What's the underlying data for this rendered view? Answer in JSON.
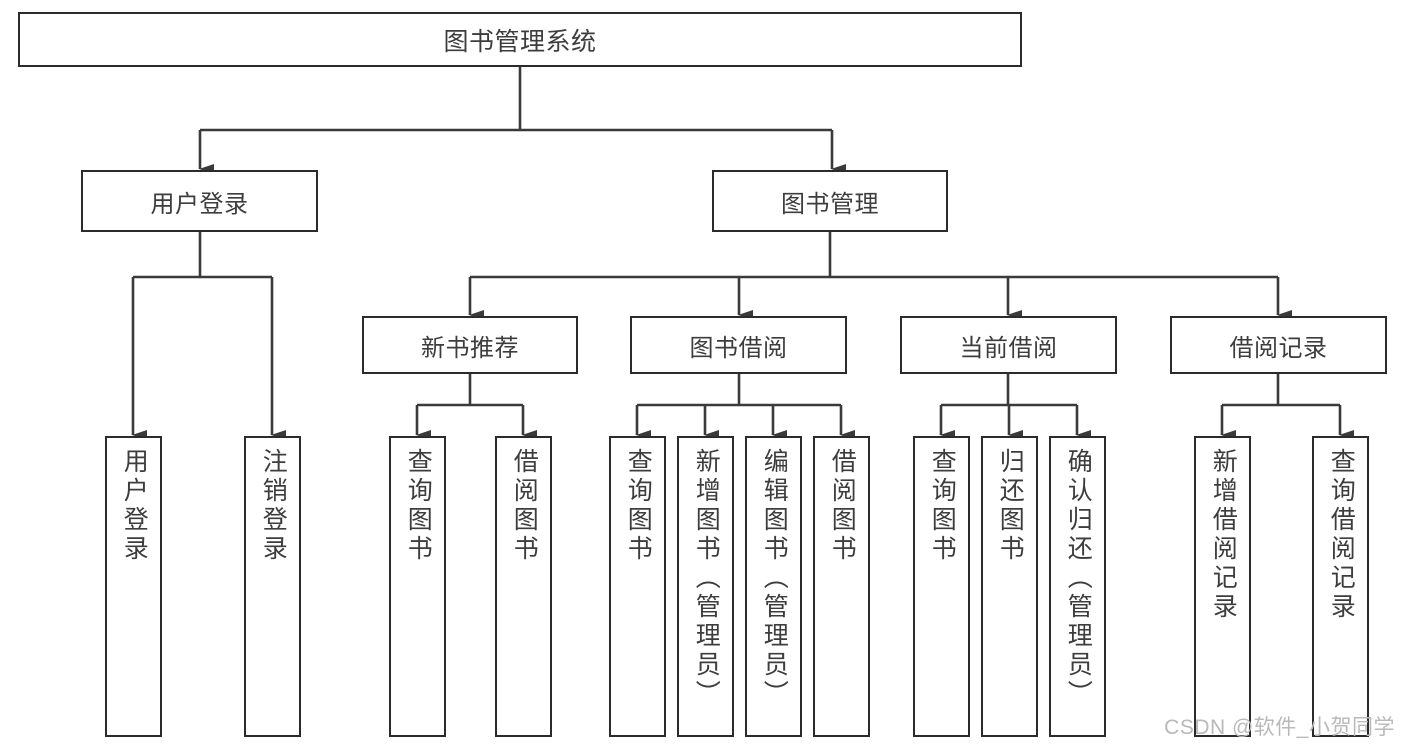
{
  "diagram": {
    "type": "tree",
    "title": "图书管理系统",
    "root": {
      "label": "图书管理系统"
    },
    "level1": [
      {
        "label": "用户登录"
      },
      {
        "label": "图书管理"
      }
    ],
    "level2": [
      {
        "label": "新书推荐"
      },
      {
        "label": "图书借阅"
      },
      {
        "label": "当前借阅"
      },
      {
        "label": "借阅记录"
      }
    ],
    "leaves": {
      "user_login": [
        {
          "label": "用户登录"
        },
        {
          "label": "注销登录"
        }
      ],
      "new_book_recommend": [
        {
          "label": "查询图书"
        },
        {
          "label": "借阅图书"
        }
      ],
      "book_borrow": [
        {
          "label": "查询图书"
        },
        {
          "label": "新增图书（管理员）"
        },
        {
          "label": "编辑图书（管理员）"
        },
        {
          "label": "借阅图书"
        }
      ],
      "current_borrow": [
        {
          "label": "查询图书"
        },
        {
          "label": "归还图书"
        },
        {
          "label": "确认归还（管理员）"
        }
      ],
      "borrow_record": [
        {
          "label": "新增借阅记录"
        },
        {
          "label": "查询借阅记录"
        }
      ]
    }
  },
  "watermark": {
    "text": "CSDN @软件_小贺同学"
  },
  "colors": {
    "box_border": "#2b2b2b",
    "box_fill": "#ffffff",
    "text": "#3d3d3d",
    "connector": "#3a3a3a",
    "watermark": "#b9b9b9",
    "background": "#ffffff"
  }
}
